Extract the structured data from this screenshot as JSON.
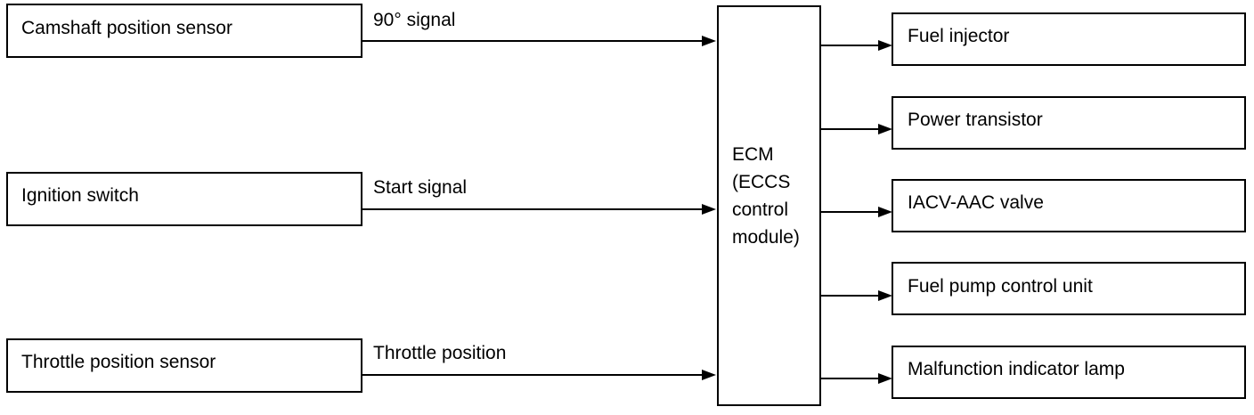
{
  "inputs": [
    {
      "label": "Camshaft position sensor",
      "signal": "90° signal"
    },
    {
      "label": "Ignition switch",
      "signal": "Start signal"
    },
    {
      "label": "Throttle position sensor",
      "signal": "Throttle position"
    }
  ],
  "ecm": {
    "lines": [
      "ECM",
      "(ECCS",
      "control",
      "module)"
    ]
  },
  "outputs": [
    {
      "label": "Fuel injector"
    },
    {
      "label": "Power transistor"
    },
    {
      "label": "IACV-AAC valve"
    },
    {
      "label": "Fuel pump control unit"
    },
    {
      "label": "Malfunction indicator lamp"
    }
  ]
}
